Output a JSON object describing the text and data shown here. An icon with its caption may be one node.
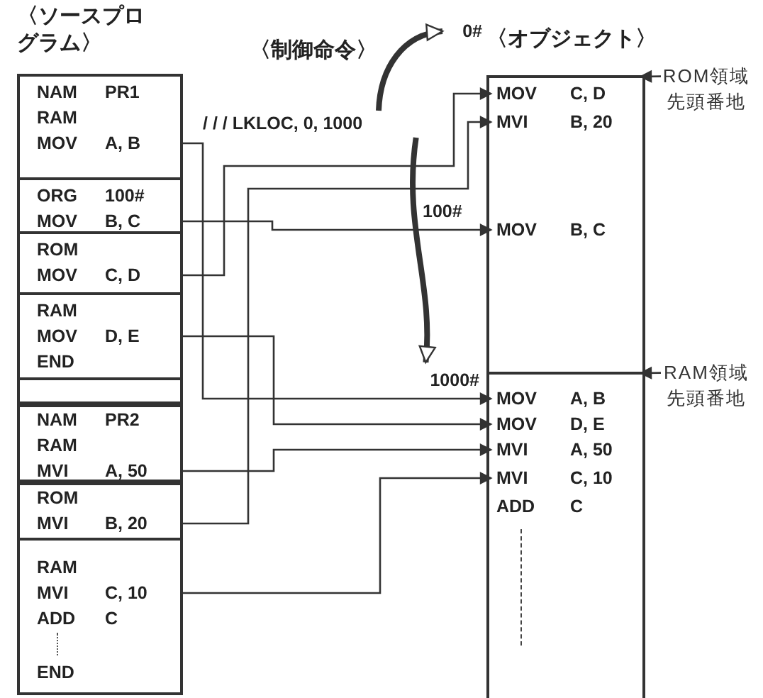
{
  "diagram": {
    "nodes": [
      {
        "text": [
          "〈ソースプログラム〉"
        ]
      },
      {
        "text": [
          "NAM PR1",
          "RAM",
          "MOV A, B"
        ],
        "in": 0
      },
      {
        "text": [
          "ORG 100#",
          "MOV B, C"
        ],
        "in": 0
      },
      {
        "text": [
          "ROM",
          "MOV C, D"
        ],
        "in": 0
      },
      {
        "text": [
          "RAM",
          "MOV D, E",
          "END"
        ],
        "in": 0
      },
      {
        "text": [],
        "shape": "box",
        "in": 0
      },
      {
        "text": [
          "NAM PR2",
          "RAM",
          "MVI A, 50"
        ],
        "in": 0
      },
      {
        "text": [
          "ROM",
          "MVI B, 20"
        ],
        "in": 0
      },
      {
        "text": [
          "RAM",
          "MVI C, 10",
          "ADD C",
          "END"
        ],
        "in": 0
      },
      {
        "text": [
          "/ / / LKLOC, 0, 1000"
        ]
      },
      {
        "text": [
          "0#"
        ]
      },
      {
        "text": [
          "1000#"
        ]
      },
      {
        "text": [
          "〈オブジェクト〉"
        ]
      },
      {
        "text": [
          "MOV C, D"
        ],
        "in": 12
      },
      {
        "text": [
          "MVI B, 20"
        ],
        "in": 12
      },
      {
        "text": [
          "MOV B, C"
        ],
        "in": 12
      },
      {
        "text": [
          "MOV A, B"
        ],
        "in": 12
      },
      {
        "text": [
          "MOV D, E"
        ],
        "in": 12
      },
      {
        "text": [
          "MVI A, 50"
        ],
        "in": 12
      },
      {
        "text": [
          "MVI C, 10"
        ],
        "in": 12
      },
      {
        "text": [
          "ADD C"
        ],
        "in": 12
      },
      {
        "text": [
          "ROM領域先頭番地"
        ]
      },
      {
        "text": [
          "RAM領域先頭番地"
        ]
      }
    ],
    "edges": [
      {
        "from": 1,
        "to": 16,
        "arrow": "to"
      },
      {
        "from": 2,
        "to": 15,
        "arrow": "to"
      },
      {
        "from": 3,
        "to": 13,
        "arrow": "to"
      },
      {
        "from": 4,
        "to": 17,
        "arrow": "to"
      },
      {
        "from": 6,
        "to": 18,
        "arrow": "to"
      },
      {
        "from": 7,
        "to": 14,
        "arrow": "to"
      },
      {
        "from": 8,
        "to": 19,
        "arrow": "to"
      },
      {
        "from": 9,
        "to": 10,
        "arrow": "to",
        "style": "thick"
      },
      {
        "from": 9,
        "to": 11,
        "arrow": "to",
        "style": "thick"
      },
      {
        "from": 21,
        "to": null,
        "arrow": "to"
      },
      {
        "from": 22,
        "to": null,
        "arrow": "to"
      }
    ],
    "labels": [
      "〈制御命令〉",
      "100#"
    ]
  }
}
